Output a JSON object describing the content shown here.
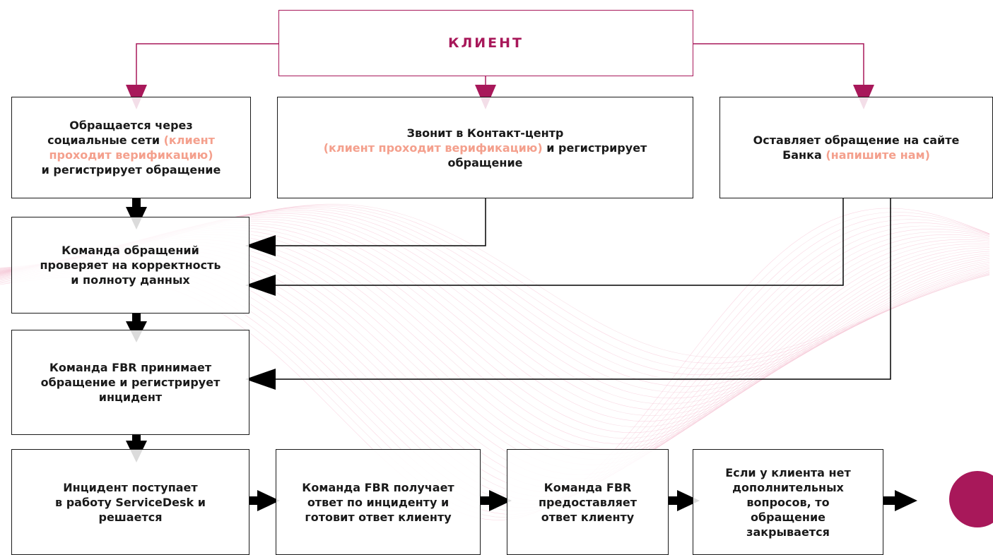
{
  "colors": {
    "accent_brand": "#a8185a",
    "accent_soft": "#f4a08d",
    "ink": "#1a1a1a"
  },
  "client": {
    "label": "КЛИЕНТ"
  },
  "channels": {
    "social": {
      "line1": "Обращается через\nсоциальные сети ",
      "accent": "(клиент\nпроходит верификацию)",
      "line2": "\nи регистрирует обращение"
    },
    "call": {
      "line1": "Звонит в Контакт-центр\n",
      "accent": "(клиент проходит верификацию)",
      "line2": " и регистрирует\nобращение"
    },
    "site": {
      "line1": "Оставляет обращение на сайте\nБанка ",
      "accent": "(напишите нам)",
      "line2": ""
    }
  },
  "steps": {
    "check": "Команда обращений\nпроверяет на корректность\nи полноту данных",
    "fbr_accept": "Команда FBR принимает\nобращение и регистрирует\nинцидент",
    "servicedesk": "Инцидент поступает\nв работу ServiceDesk и\nрешается",
    "fbr_answer": "Команда FBR получает\nответ по инциденту и\nготовит ответ клиенту",
    "fbr_provide": "Команда FBR\nпредоставляет\nответ клиенту",
    "close": "Если у клиента нет\nдополнительных\nвопросов, то\nобращение\nзакрывается"
  }
}
